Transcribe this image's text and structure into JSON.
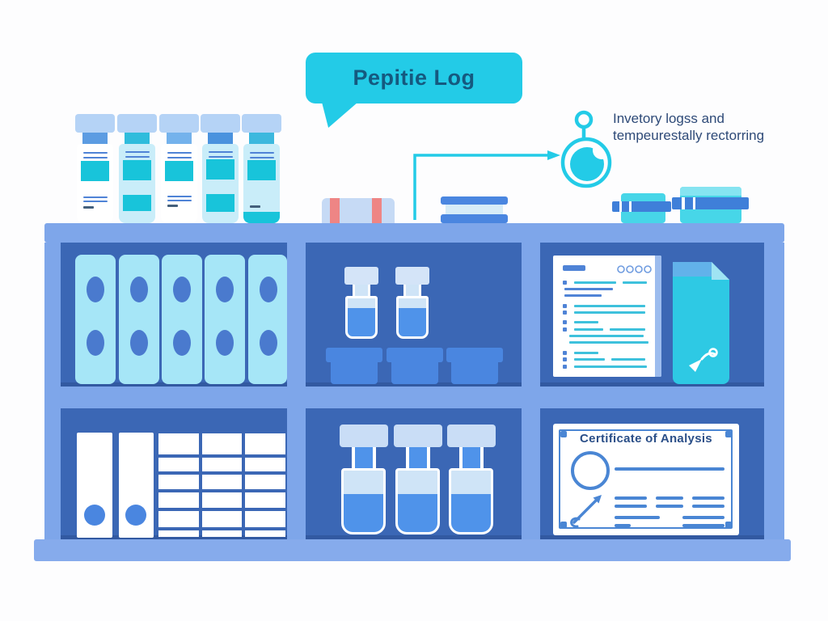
{
  "bubble": {
    "label": "Pepitie Log"
  },
  "annotation": {
    "line1": "Invetory logss and",
    "line2": "tempeurestally rectorring"
  },
  "certificate": {
    "title": "Certificate of Analysis"
  },
  "icons": {
    "speech_bubble": "rounded-speech-bubble",
    "connector_arrow": "elbow-arrow-right",
    "stopwatch": "timer-dial-circle-with-top-button",
    "signature_scribble": "white-scribble-mark",
    "seal": "circle-outline-seal",
    "signature_arrow": "arrow-flourish"
  },
  "inventory": {
    "top_shelf": {
      "labeled_vials": 5,
      "striped_package": 1,
      "dish_stack": 1,
      "cyan_boxes": 2
    },
    "top_left_compartment": {
      "cyan_binders": 5
    },
    "top_middle_compartment": {
      "small_vials": 2,
      "trays": 3
    },
    "top_right_compartment": {
      "checklist_document": 1,
      "cyan_folder": 1
    },
    "bottom_left_compartment": {
      "white_binders": 2,
      "grid_boxes": 18
    },
    "bottom_middle_compartment": {
      "large_vials": 3
    },
    "bottom_right_compartment": {
      "certificates": 1
    }
  },
  "colors": {
    "accent_cyan": "#23cbe7",
    "bubble_text": "#15597f",
    "ink": "#2e4a78",
    "frame": "#7ea6ea",
    "base": "#86abec",
    "comp": "#3b67b5",
    "binder": "#a6e6f7",
    "oval": "#4a7ace",
    "blue_item": "#4a86e0",
    "liquid": "#4f93ea",
    "pale": "#cfe4f7",
    "box_light": "#c6daf5",
    "cap": "#b5d3f6",
    "label_cyan": "#18c4da",
    "vial_cyan_body": "#c9edf9",
    "line_cyan": "#3ec1dc",
    "line_blue": "#4f83d6",
    "cert_blue": "#4a86d4",
    "cert_ink": "#2b4f88",
    "stripe_red": "#ee8585",
    "folder_cyan": "#2ec9e4",
    "folder_top": "#62b2ea",
    "box_cyan": "#47d6e8",
    "band_blue": "#3f7fd9",
    "page_strip": "#9cbcee",
    "dash_dark": "#44607c"
  }
}
